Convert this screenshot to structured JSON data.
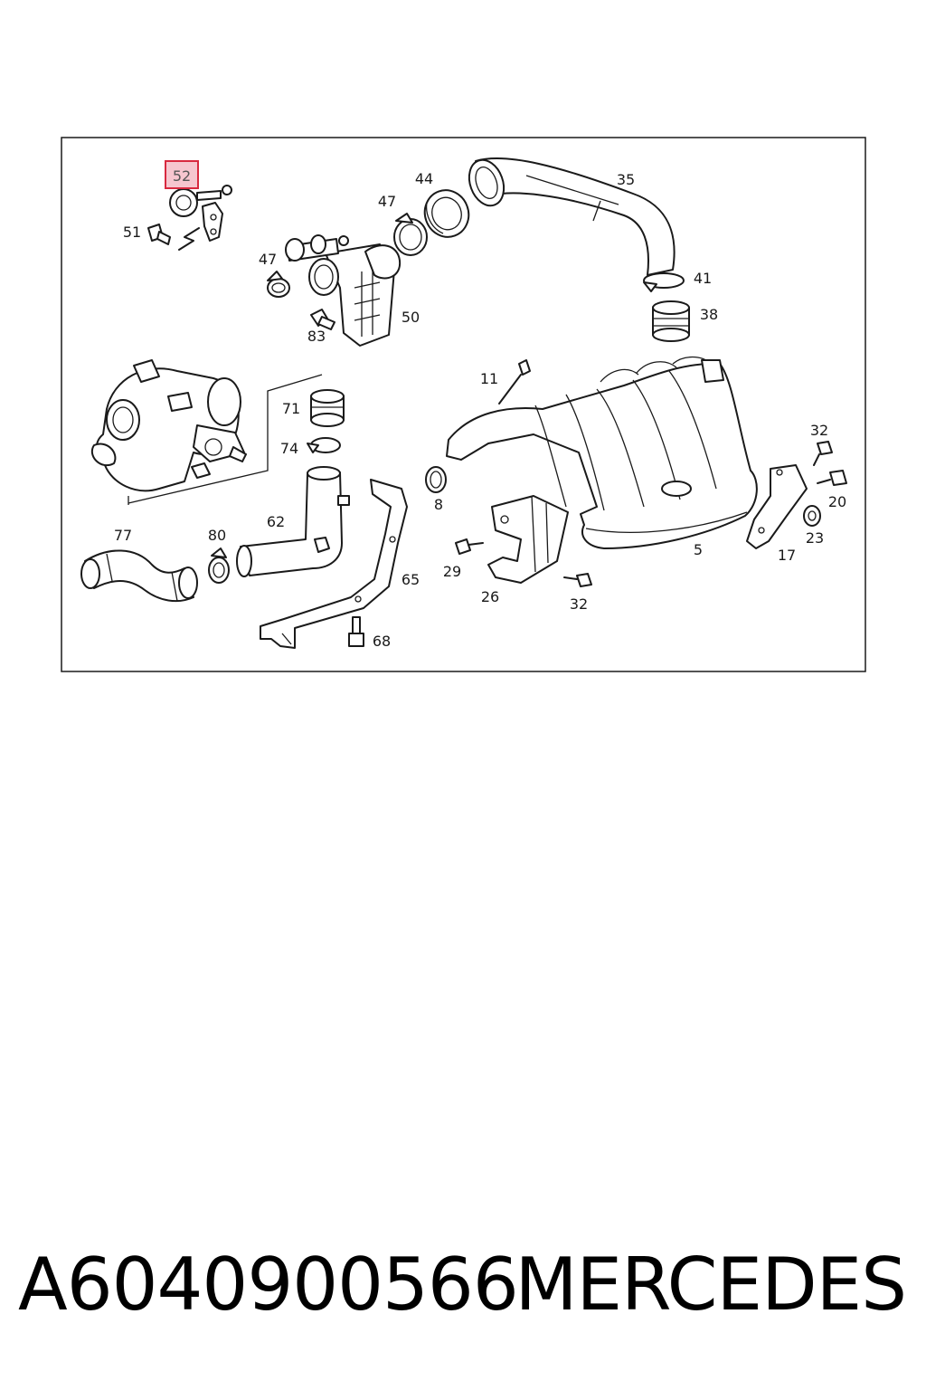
{
  "diagram": {
    "highlighted": "52",
    "callouts": [
      "52",
      "51",
      "47",
      "44",
      "35",
      "47",
      "50",
      "83",
      "41",
      "38",
      "11",
      "71",
      "74",
      "32",
      "20",
      "8",
      "23",
      "17",
      "5",
      "62",
      "80",
      "77",
      "65",
      "29",
      "26",
      "32",
      "68"
    ]
  },
  "footer": {
    "part_number": "A6040900566",
    "brand": "MERCEDES"
  }
}
